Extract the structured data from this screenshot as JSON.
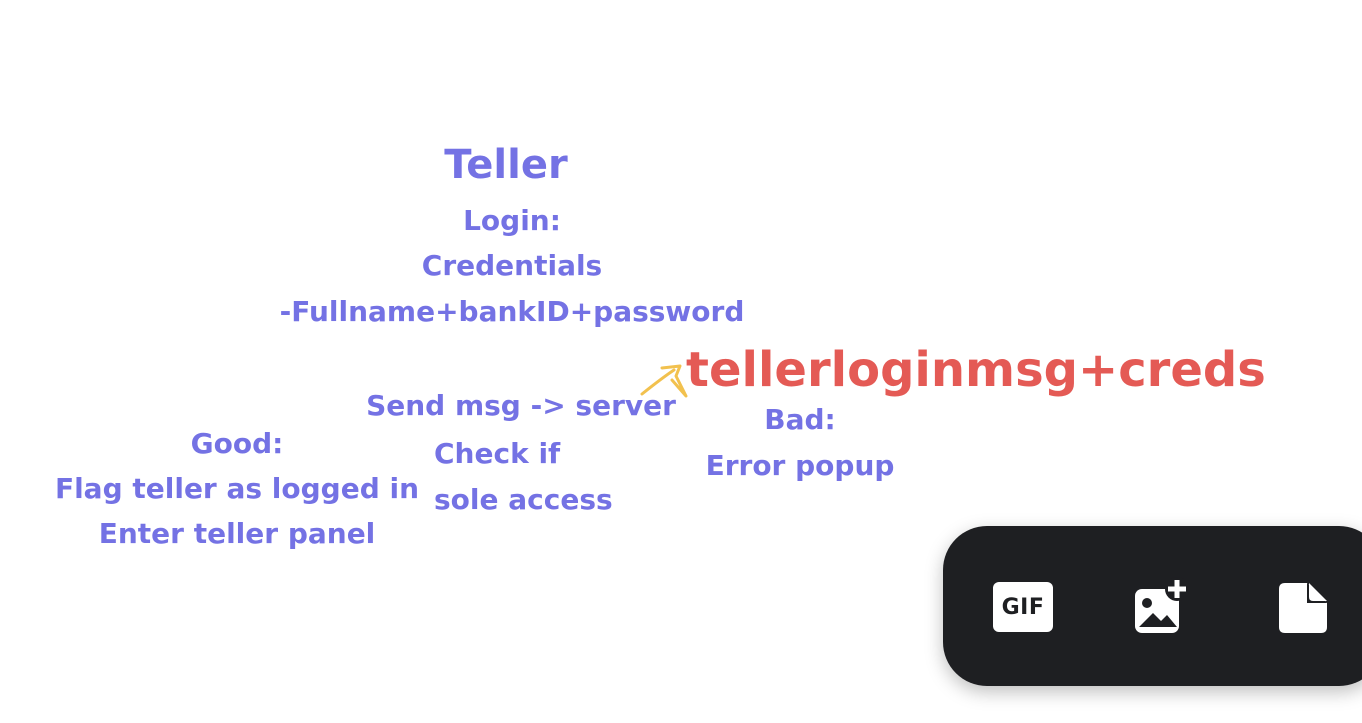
{
  "whiteboard": {
    "title": "Teller",
    "login_heading": "Login:",
    "credentials": "Credentials",
    "credentials_detail": "-Fullname+bankID+password",
    "send_msg": "Send msg -> server",
    "check_if": "Check if",
    "sole_access": "sole access",
    "good_heading": "Good:",
    "good_line1": "Flag teller as logged in",
    "good_line2": "Enter teller panel",
    "bad_heading": "Bad:",
    "bad_line1": "Error popup",
    "message_label": "tellerloginmsg+creds",
    "colors": {
      "note_text": "#7472e4",
      "message_text": "#e45a55",
      "arrow": "#f2c14e"
    }
  },
  "toolbar": {
    "gif_label": "GIF",
    "icons": [
      "gif-icon",
      "add-image-icon",
      "file-icon"
    ],
    "background": "#1e1f22"
  }
}
